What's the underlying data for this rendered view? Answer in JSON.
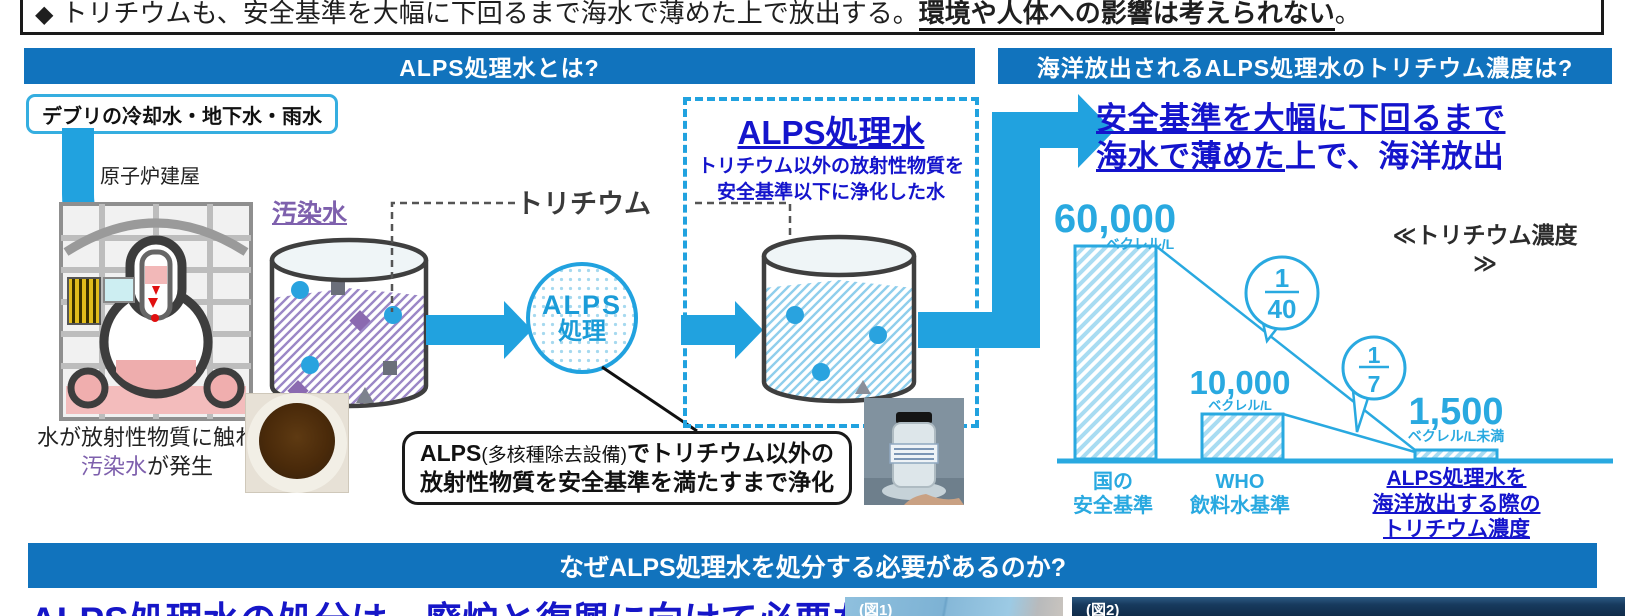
{
  "colors": {
    "header_blue": "#1173bd",
    "accent_cyan": "#21a2df",
    "chart_cyan": "#29a9e0",
    "link_blue": "#1414cc",
    "contaminated_purple": "#7e60ad"
  },
  "top_note": {
    "bullet": "◆",
    "text_regular": "トリチウムも、安全基準を大幅に下回るまで海水で薄めた上で放出する。",
    "text_emphasis": "環境や人体への影響は考えられない",
    "text_period": "。"
  },
  "left_panel": {
    "header": "ALPS処理水とは?",
    "debris_label": "デブリの冷却水・地下水・雨水",
    "reactor_label": "原子炉建屋",
    "reactor_caption_line1": "水が放射性物質に触れ",
    "reactor_caption_purple": "汚染水",
    "reactor_caption_line2_rest": "が発生",
    "tank1_label": "汚染水",
    "tritium_label": "トリチウム",
    "alps_circle_line1": "ALPS",
    "alps_circle_line2": "処理",
    "callout_bold1": "ALPS",
    "callout_paren": "(多核種除去設備)",
    "callout_bold2": "でトリチウム以外の",
    "callout_line2": "放射性物質を安全基準を満たすまで浄化",
    "treated_box_title": "ALPS処理水",
    "treated_box_sub1": "トリチウム以外の放射性物質を",
    "treated_box_sub2": "安全基準以下に浄化した水"
  },
  "right_panel": {
    "header": "海洋放出されるALPS処理水のトリチウム濃度は?",
    "headline_line1": "安全基準を大幅に下回るまで",
    "headline_line2_underlined": "海水で薄めた",
    "headline_line2_rest": "上で、海洋放出",
    "chart_title": "≪トリチウム濃度≫"
  },
  "chart_data": {
    "type": "bar",
    "title": "≪トリチウム濃度≫",
    "ylabel": "トリチウム濃度 (ベクレル/L)",
    "categories": [
      "国の安全基準",
      "WHO飲料水基準",
      "ALPS処理水を海洋放出する際のトリチウム濃度"
    ],
    "values": [
      60000,
      10000,
      1500
    ],
    "value_labels": [
      "60,000",
      "10,000",
      "1,500"
    ],
    "unit_labels": [
      "ベクレル/L",
      "ベクレル/L",
      "ベクレル/L未満"
    ],
    "ratio_annotations": [
      {
        "num": "1",
        "den": "40",
        "meaning": "WHO基準は国の基準の1/40未満相当"
      },
      {
        "num": "1",
        "den": "7",
        "meaning": "放出濃度はWHO基準の約1/7"
      }
    ],
    "category_lines": [
      [
        "国の",
        "安全基準"
      ],
      [
        "WHO",
        "飲料水基準"
      ],
      [
        "ALPS処理水を",
        "海洋放出する際の",
        "トリチウム濃度"
      ]
    ],
    "grid": false,
    "legend": false
  },
  "bottom": {
    "header": "なぜALPS処理水を処分する必要があるのか?",
    "lead": "ALPS処理水の処分は、廃炉と復興に向けて必要な作業",
    "fig1_label": "(図1)",
    "fig2_label": "(図2)"
  }
}
